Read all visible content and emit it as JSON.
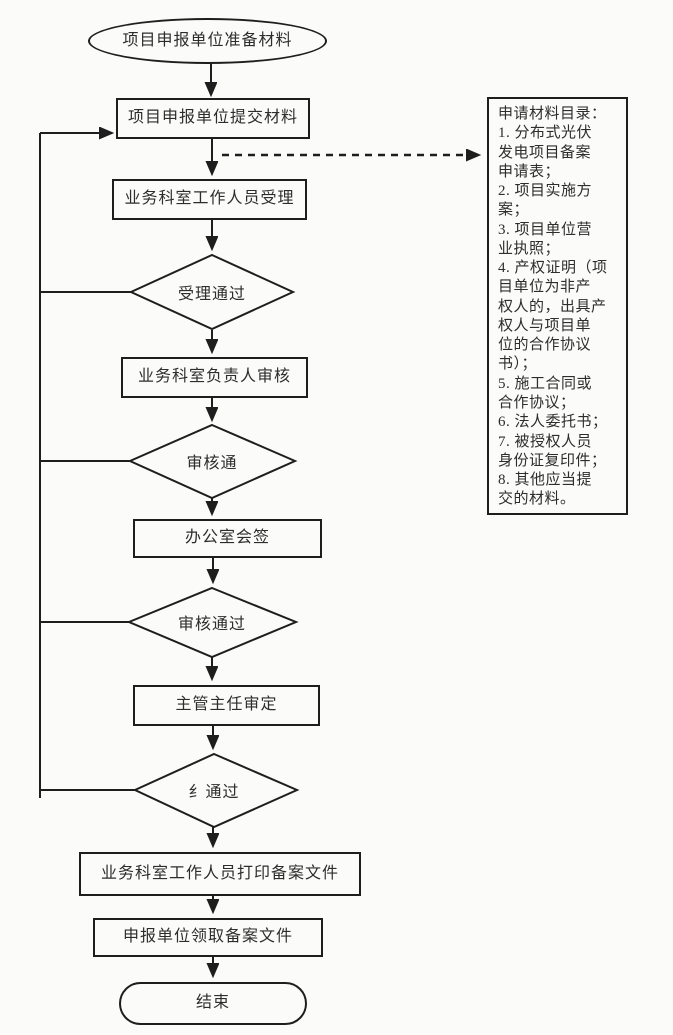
{
  "colors": {
    "line": "#1e1e1e",
    "text": "#2d2d2d",
    "background": "#fbfbf9"
  },
  "flowchart": {
    "nodes": {
      "start": "项目申报单位准备材料",
      "submit": "项目申报单位提交材料",
      "staff_accept": "业务科室工作人员受理",
      "accept_pass": "受理通过",
      "leader_review": "业务科室负责人审核",
      "review_pass": "审核通",
      "office_countersign": "办公室会签",
      "countersign_pass": "审核通过",
      "director_approval": "主管主任审定",
      "approval_pass": "纟通过",
      "print_filing": "业务科室工作人员打印备案文件",
      "collect_filing": "申报单位领取备案文件",
      "end": "结束"
    },
    "materials_panel": "申请材料目录：\n1. 分布式光伏\n发电项目备案\n申请表；\n2. 项目实施方\n案；\n3. 项目单位营\n业执照；\n4. 产权证明（项\n目单位为非产\n权人的，出具产\n权人与项目单\n位的合作协议\n书）；\n5. 施工合同或\n合作协议；\n6. 法人委托书；\n7. 被授权人员\n身份证复印件；\n8. 其他应当提\n交的材料。"
  }
}
